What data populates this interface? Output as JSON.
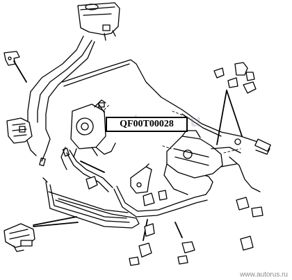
{
  "part_number": "QF00T00028",
  "watermark": "autorus.ru",
  "footer_url": "www.autorus.ru"
}
